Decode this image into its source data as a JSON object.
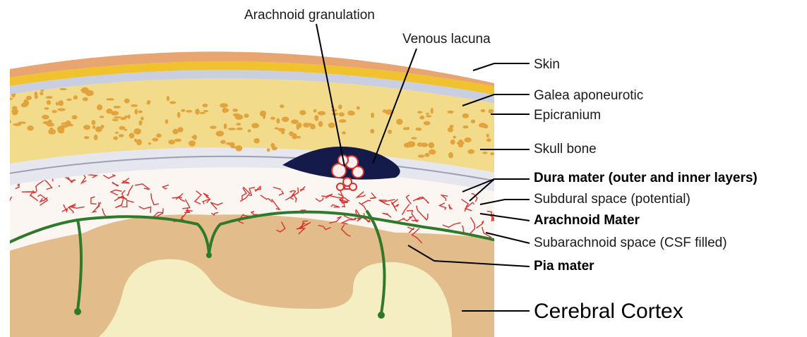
{
  "labels": {
    "arachnoid_granulation": "Arachnoid granulation",
    "venous_lacuna": "Venous lacuna",
    "skin": "Skin",
    "galea": "Galea aponeurotic",
    "epicranium": "Epicranium",
    "skull_bone": "Skull bone",
    "dura": "Dura mater (outer and inner layers)",
    "subdural": "Subdural space (potential)",
    "arachnoid_mater": "Arachnoid Mater",
    "subarachnoid": "Subarachnoid space (CSF filled)",
    "pia": "Pia mater",
    "cortex": "Cerebral Cortex"
  },
  "colors": {
    "skin": "#e8a572",
    "galea": "#f0c22e",
    "epicranium": "#c9cfe0",
    "bone": "#f2dc8c",
    "bone_pores": "#e3a33c",
    "dura": "#e6e6ee",
    "venous_lacuna": "#141a4a",
    "arachnoid_vessels": "#d9322f",
    "pia": "#2f7a2a",
    "cortex_gray": "#e2bd8b",
    "cortex_white": "#f6eec3"
  }
}
